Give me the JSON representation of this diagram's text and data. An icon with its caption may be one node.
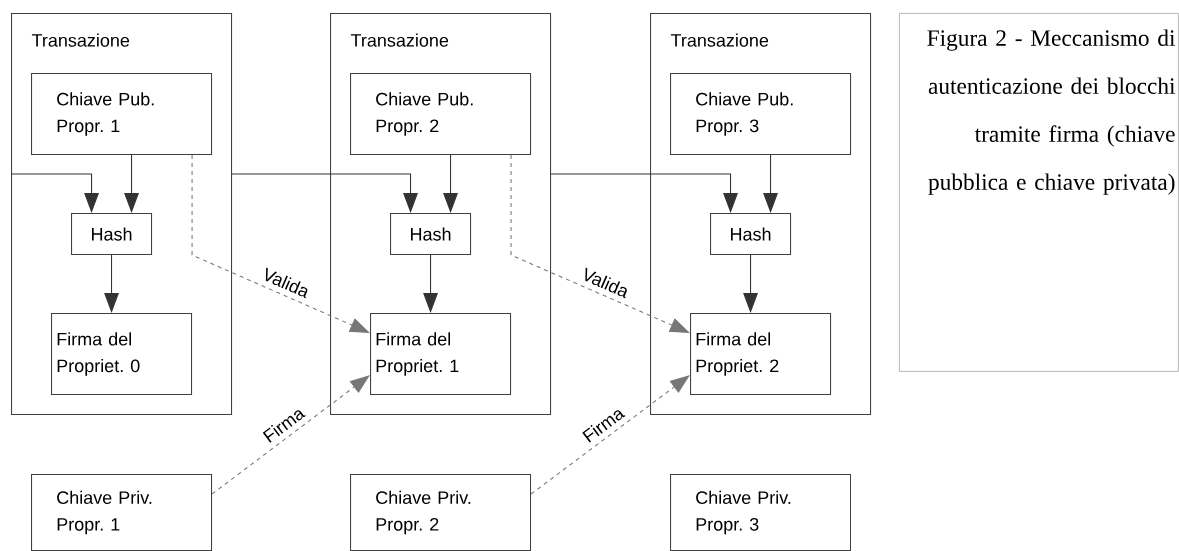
{
  "diagram": {
    "nodes": [
      {
        "text": [
          "Transazione"
        ]
      },
      {
        "text": [
          "Chiave Pub. Propr. 1"
        ],
        "in": 0
      },
      {
        "text": [
          "Hash"
        ],
        "in": 0
      },
      {
        "text": [
          "Firma del Propriet. 0"
        ],
        "in": 0
      },
      {
        "text": [
          "Transazione"
        ]
      },
      {
        "text": [
          "Chiave Pub. Propr. 2"
        ],
        "in": 4
      },
      {
        "text": [
          "Hash"
        ],
        "in": 4
      },
      {
        "text": [
          "Firma del Propriet. 1"
        ],
        "in": 4
      },
      {
        "text": [
          "Transazione"
        ]
      },
      {
        "text": [
          "Chiave Pub. Propr. 3"
        ],
        "in": 8
      },
      {
        "text": [
          "Hash"
        ],
        "in": 8
      },
      {
        "text": [
          "Firma del Propriet. 2"
        ],
        "in": 8
      },
      {
        "text": [
          "Chiave Priv. Propr. 1"
        ]
      },
      {
        "text": [
          "Chiave Priv. Propr. 2"
        ]
      },
      {
        "text": [
          "Chiave Priv. Propr. 3"
        ]
      },
      {
        "text": [
          "Figura 2 - Meccanismo di autenticazione dei blocchi tramite firma (chiave pubblica e chiave privata)"
        ]
      }
    ],
    "edges": [
      {
        "from": null,
        "to": 2,
        "arrow": "to"
      },
      {
        "from": 1,
        "to": 2,
        "arrow": "to"
      },
      {
        "from": 2,
        "to": 3,
        "arrow": "to"
      },
      {
        "from": 1,
        "to": 7,
        "arrow": "to",
        "label": "Valida",
        "style": "dashed",
        "color": "#777777"
      },
      {
        "from": 0,
        "to": 6,
        "arrow": "to"
      },
      {
        "from": 5,
        "to": 6,
        "arrow": "to"
      },
      {
        "from": 6,
        "to": 7,
        "arrow": "to"
      },
      {
        "from": 5,
        "to": 11,
        "arrow": "to",
        "label": "Valida",
        "style": "dashed",
        "color": "#777777"
      },
      {
        "from": 4,
        "to": 10,
        "arrow": "to"
      },
      {
        "from": 9,
        "to": 10,
        "arrow": "to"
      },
      {
        "from": 10,
        "to": 11,
        "arrow": "to"
      },
      {
        "from": 12,
        "to": 7,
        "arrow": "to",
        "label": "Firma",
        "style": "dashed",
        "color": "#777777"
      },
      {
        "from": 13,
        "to": 11,
        "arrow": "to",
        "label": "Firma",
        "style": "dashed",
        "color": "#777777"
      }
    ]
  }
}
